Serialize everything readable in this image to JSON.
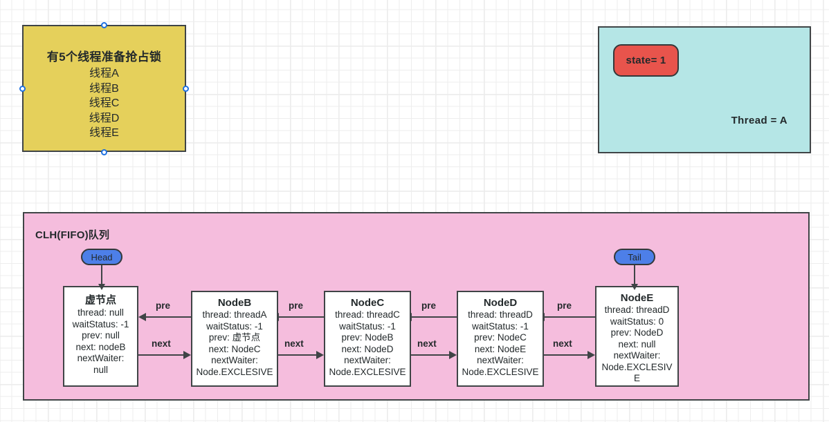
{
  "threads_box": {
    "header": "有5个线程准备抢占锁",
    "threads": [
      "线程A",
      "线程B",
      "线程C",
      "线程D",
      "线程E"
    ],
    "fill_color": "#E5D05B",
    "border_color": "#3f4446"
  },
  "state_box": {
    "state_label": "state= 1",
    "thread_label": "Thread = A",
    "fill_color": "#B5E6E6",
    "state_pill_color": "#E8544C"
  },
  "clh": {
    "title": "CLH(FIFO)队列",
    "fill_color": "#F5BDDD",
    "head_badge": "Head",
    "tail_badge": "Tail",
    "badge_color": "#4D7FE8",
    "arrow_labels": {
      "pre": "pre",
      "next": "next"
    },
    "nodes": [
      {
        "title": "虚节点",
        "fields": [
          "thread: null",
          "waitStatus: -1",
          "prev: null",
          "next: nodeB",
          "nextWaiter:",
          "null"
        ]
      },
      {
        "title": "NodeB",
        "fields": [
          "thread: threadA",
          "waitStatus: -1",
          "prev: 虚节点",
          "next: NodeC",
          "nextWaiter:",
          "Node.EXCLESIVE"
        ]
      },
      {
        "title": "NodeC",
        "fields": [
          "thread: threadC",
          "waitStatus: -1",
          "prev: NodeB",
          "next: NodeD",
          "nextWaiter:",
          "Node.EXCLESIVE"
        ]
      },
      {
        "title": "NodeD",
        "fields": [
          "thread: threadD",
          "waitStatus: -1",
          "prev: NodeC",
          "next: NodeE",
          "nextWaiter:",
          "Node.EXCLESIVE"
        ]
      },
      {
        "title": "NodeE",
        "fields": [
          "thread: threadD",
          "waitStatus: 0",
          "prev: NodeD",
          "next: null",
          "nextWaiter:",
          "Node.EXCLESIV",
          "E"
        ]
      }
    ]
  }
}
